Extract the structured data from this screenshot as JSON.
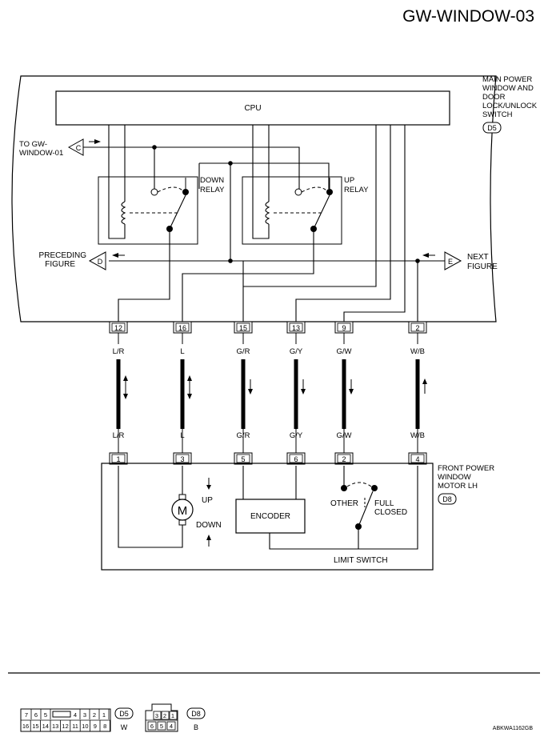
{
  "page_title": "GW-WINDOW-03",
  "cpu_label": "CPU",
  "main_switch": {
    "lines": [
      "MAIN POWER",
      "WINDOW AND",
      "DOOR",
      "LOCK/UNLOCK",
      "SWITCH"
    ],
    "connector": "D5"
  },
  "to_gw": {
    "lines": [
      "TO GW-",
      "WINDOW-01"
    ],
    "connector": "C"
  },
  "down_relay": [
    "DOWN",
    "RELAY"
  ],
  "up_relay": [
    "UP",
    "RELAY"
  ],
  "preceding": {
    "lines": [
      "PRECEDING",
      "FIGURE"
    ],
    "connector": "D"
  },
  "next": {
    "lines": [
      "NEXT",
      "FIGURE"
    ],
    "connector": "E"
  },
  "upper_pins": [
    "12",
    "16",
    "15",
    "13",
    "9",
    "2"
  ],
  "wire_colors": [
    "L/R",
    "L",
    "G/R",
    "G/Y",
    "G/W",
    "W/B"
  ],
  "lower_pins": [
    "1",
    "3",
    "5",
    "6",
    "2",
    "4"
  ],
  "motor": {
    "lines": [
      "FRONT POWER",
      "WINDOW",
      "MOTOR LH"
    ],
    "connector": "D8",
    "symbol": "M",
    "up": "UP",
    "down": "DOWN"
  },
  "encoder": "ENCODER",
  "limit_switch": {
    "label": "LIMIT SWITCH",
    "other": "OTHER",
    "full_closed": [
      "FULL",
      "CLOSED"
    ]
  },
  "connector_d5": {
    "id": "D5",
    "color": "W",
    "top_row": [
      "7",
      "6",
      "5",
      "4",
      "3",
      "2",
      "1"
    ],
    "bottom_row": [
      "16",
      "15",
      "14",
      "13",
      "12",
      "11",
      "10",
      "9",
      "8"
    ]
  },
  "connector_d8": {
    "id": "D8",
    "color": "B",
    "top_row": [
      "3",
      "2",
      "1"
    ],
    "bottom_row": [
      "6",
      "5",
      "4"
    ]
  },
  "figure_code": "ABKWA1162GB"
}
